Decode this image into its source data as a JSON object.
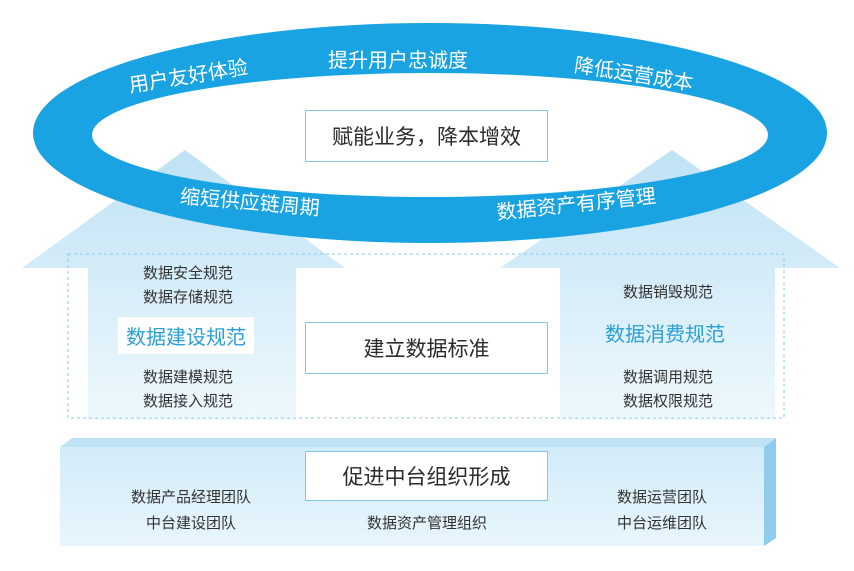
{
  "ring": {
    "center_box": "赋能业务，降本增效",
    "labels": [
      "用户友好体验",
      "提升用户忠诚度",
      "降低运营成本",
      "缩短供应链周期",
      "数据资产有序管理"
    ]
  },
  "standards": {
    "center_box": "建立数据标准",
    "left": {
      "title": "数据建设规范",
      "top_items": [
        "数据安全规范",
        "数据存储规范"
      ],
      "bottom_items": [
        "数据建模规范",
        "数据接入规范"
      ]
    },
    "right": {
      "title": "数据消费规范",
      "top_items": [
        "数据销毁规范"
      ],
      "bottom_items": [
        "数据调用规范",
        "数据权限规范"
      ]
    }
  },
  "organization": {
    "center_box": "促进中台组织形成",
    "left_items": [
      "数据产品经理团队",
      "中台建设团队"
    ],
    "center_items": [
      "数据资产管理组织"
    ],
    "right_items": [
      "数据运营团队",
      "中台运维团队"
    ]
  },
  "colors": {
    "ring_blue": "#1aa3e2",
    "light_blue": "#cfe9f7",
    "accent_text": "#2a9fd8",
    "box_border": "#7fc6ea"
  }
}
